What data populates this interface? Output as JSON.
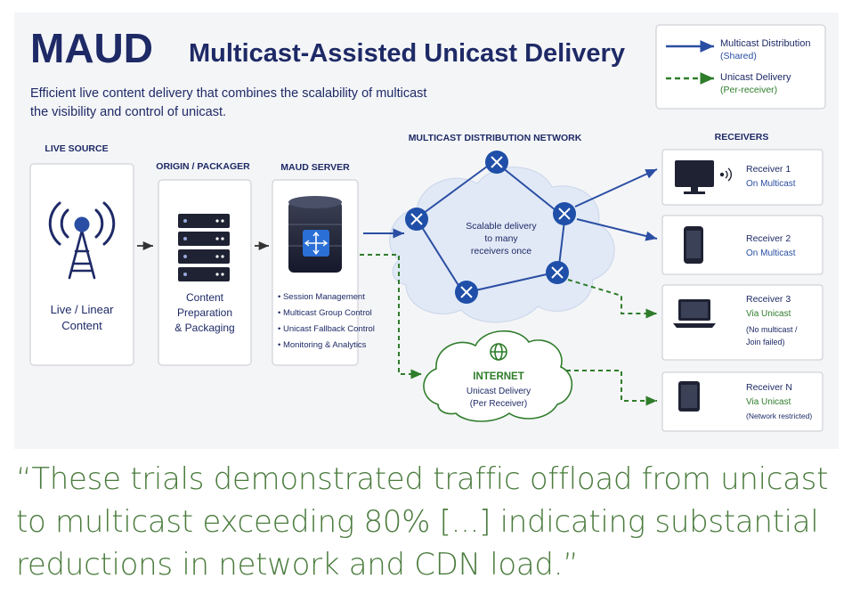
{
  "header": {
    "acronym": "MAUD",
    "title": "Multicast-Assisted Unicast Delivery",
    "subtitle_lines": [
      "Efficient live content delivery that combines the scalability of multicast",
      "the visibility and control of unicast."
    ]
  },
  "legend": {
    "multicast": {
      "label": "Multicast Distribution",
      "sub": "(Shared)"
    },
    "unicast": {
      "label": "Unicast Delivery",
      "sub": "(Per-receiver)"
    }
  },
  "columns": {
    "live_source": "LIVE SOURCE",
    "origin": "ORIGIN / PACKAGER",
    "server": "MAUD SERVER",
    "network": "MULTICAST DISTRIBUTION NETWORK",
    "receivers": "RECEIVERS"
  },
  "live_source": {
    "label_lines": [
      "Live / Linear",
      "Content"
    ]
  },
  "origin": {
    "label_lines": [
      "Content",
      "Preparation",
      "& Packaging"
    ]
  },
  "server": {
    "features": [
      "• Session Management",
      "• Multicast Group Control",
      "• Unicast Fallback Control",
      "• Monitoring & Analytics"
    ]
  },
  "cloud": {
    "label_lines": [
      "Scalable delivery",
      "to many",
      "receivers once"
    ]
  },
  "internet": {
    "title": "INTERNET",
    "label_lines": [
      "Unicast Delivery",
      "(Per Receiver)"
    ]
  },
  "receivers": [
    {
      "name": "Receiver 1",
      "mode": "On Multicast",
      "note_lines": [],
      "device": "tv-icon"
    },
    {
      "name": "Receiver 2",
      "mode": "On Multicast",
      "note_lines": [],
      "device": "phone-icon"
    },
    {
      "name": "Receiver 3",
      "mode": "Via Unicast",
      "note_lines": [
        "(No multicast /",
        "Join failed)"
      ],
      "device": "laptop-icon"
    },
    {
      "name": "Receiver N",
      "mode": "Via Unicast",
      "note_lines": [
        "(Network restricted)"
      ],
      "device": "tablet-icon"
    }
  ],
  "quote_lines": [
    "“These trials demonstrated traffic offload from unicast",
    "to multicast exceeding 80% [...] indicating substantial",
    "reductions in network and CDN load.”"
  ],
  "colors": {
    "navy": "#1e2a66",
    "blue": "#2a4ea3",
    "green": "#2f7d2b",
    "quote": "#4b7c3e"
  }
}
